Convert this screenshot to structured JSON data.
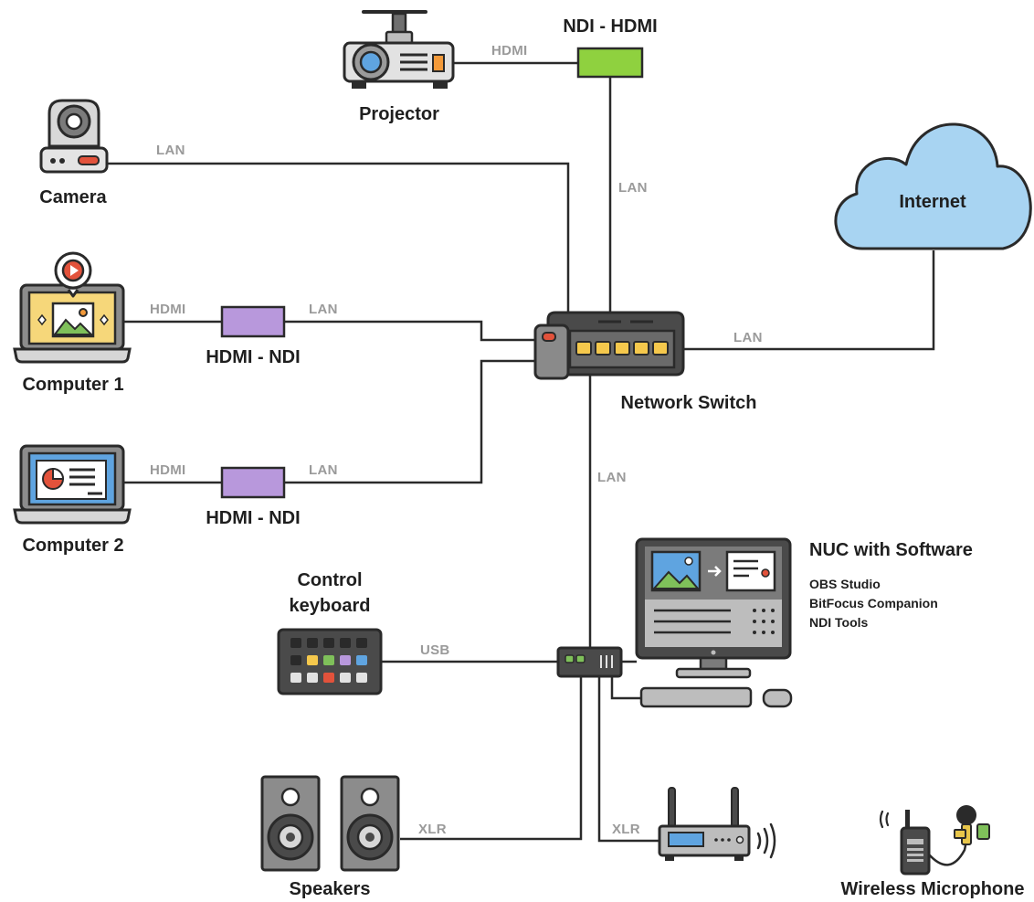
{
  "devices": {
    "projector": "Projector",
    "ndi_hdmi": "NDI - HDMI",
    "camera": "Camera",
    "computer1": "Computer 1",
    "computer2": "Computer 2",
    "hdmi_ndi_1": "HDMI - NDI",
    "hdmi_ndi_2": "HDMI - NDI",
    "network_switch": "Network Switch",
    "internet": "Internet",
    "control_keyboard_line1": "Control",
    "control_keyboard_line2": "keyboard",
    "nuc_title": "NUC with Software",
    "speakers": "Speakers",
    "wireless_microphone": "Wireless Microphone"
  },
  "software": [
    "OBS Studio",
    "BitFocus Companion",
    "NDI Tools"
  ],
  "connections": {
    "projector_hdmi": "HDMI",
    "camera_lan": "LAN",
    "ndi_hdmi_lan": "LAN",
    "computer1_hdmi": "HDMI",
    "computer1_lan": "LAN",
    "computer2_hdmi": "HDMI",
    "computer2_lan": "LAN",
    "internet_lan": "LAN",
    "switch_nuc_lan": "LAN",
    "keyboard_usb": "USB",
    "speakers_xlr": "XLR",
    "receiver_xlr": "XLR"
  },
  "colors": {
    "line": "#2a2a2a",
    "connection_label": "#9a9a9a",
    "ndi_hdmi_box": "#8fd13f",
    "hdmi_ndi_box": "#b898dc",
    "cloud": "#a8d4f2",
    "switch_ports": "#f5c84c",
    "nuc_screen": "#7b7b7b"
  }
}
